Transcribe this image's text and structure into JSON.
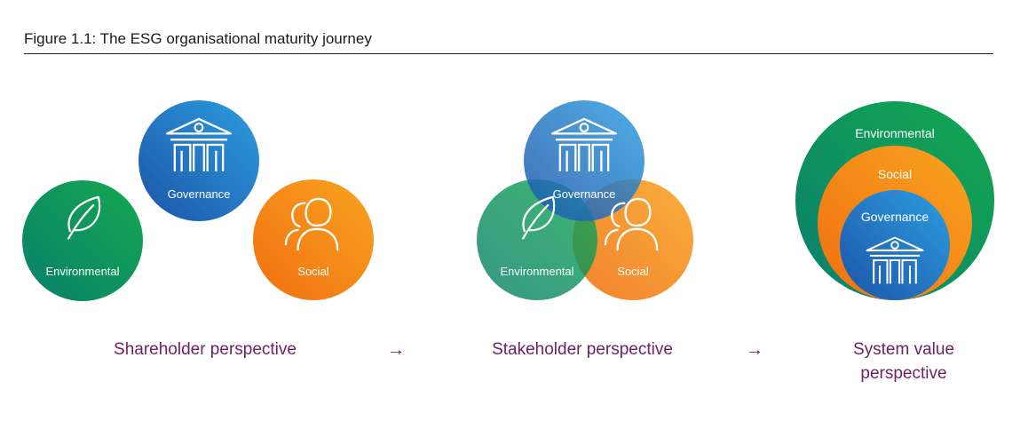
{
  "figure": {
    "title": "Figure 1.1: The ESG organisational maturity journey"
  },
  "labels": {
    "environmental": "Environmental",
    "social": "Social",
    "governance": "Governance"
  },
  "perspectives": {
    "shareholder": "Shareholder perspective",
    "stakeholder": "Stakeholder perspective",
    "system_line1": "System value",
    "system_line2": "perspective"
  },
  "arrow_glyph": "→",
  "colors": {
    "environmental": [
      "#0a7f6d",
      "#14a84e"
    ],
    "governance": [
      "#1d54a8",
      "#2c9ee0"
    ],
    "social": [
      "#f06f12",
      "#f9a41f"
    ],
    "text_accent": "#6e1f66"
  },
  "icons": {
    "environmental": "leaf-icon",
    "governance": "building-icon",
    "social": "people-icon"
  }
}
